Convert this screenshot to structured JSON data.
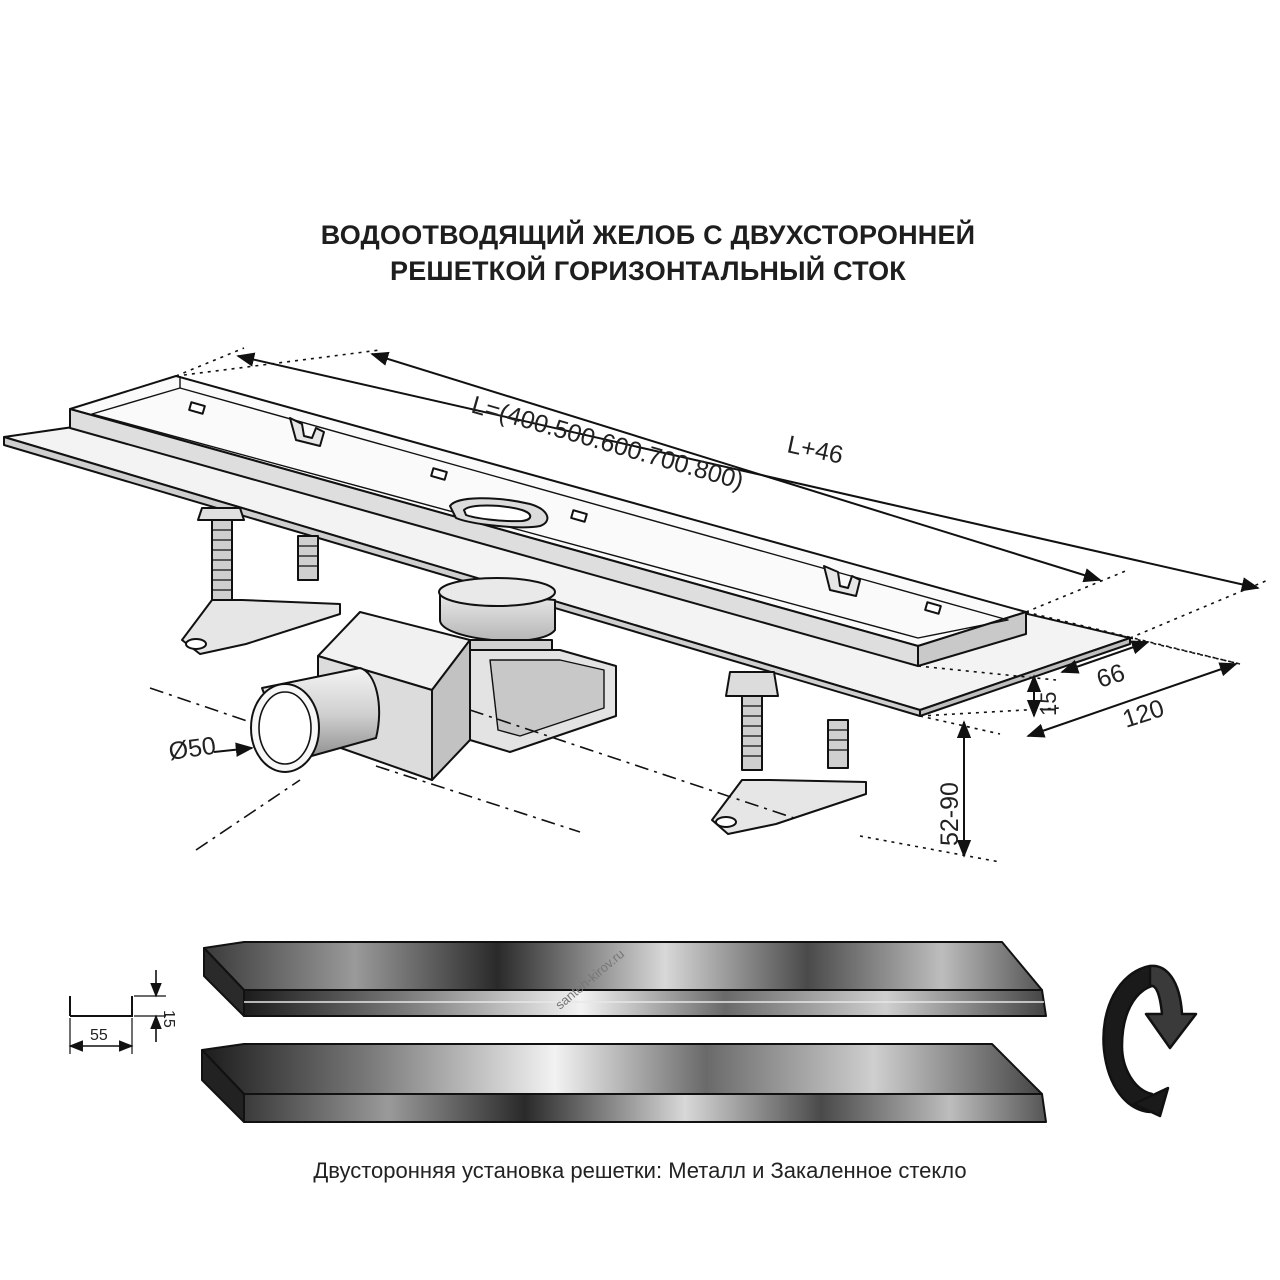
{
  "title": {
    "line1": "ВОДООТВОДЯЩИЙ ЖЕЛОБ С ДВУХСТОРОННЕЙ",
    "line2": "РЕШЕТКОЙ ГОРИЗОНТАЛЬНЫЙ СТОК"
  },
  "dimensions": {
    "length": "L=(400.500.600.700.800)",
    "overall_length": "L+46",
    "height": "15",
    "channel_width": "66",
    "flange_width": "120",
    "outlet_diameter": "Ø50",
    "adjustable_height": "52-90",
    "grate_height": "15",
    "grate_width": "55"
  },
  "watermark": "santeh-kirov.ru",
  "caption": "Двусторонняя установка решетки: Металл и Закаленное стекло"
}
